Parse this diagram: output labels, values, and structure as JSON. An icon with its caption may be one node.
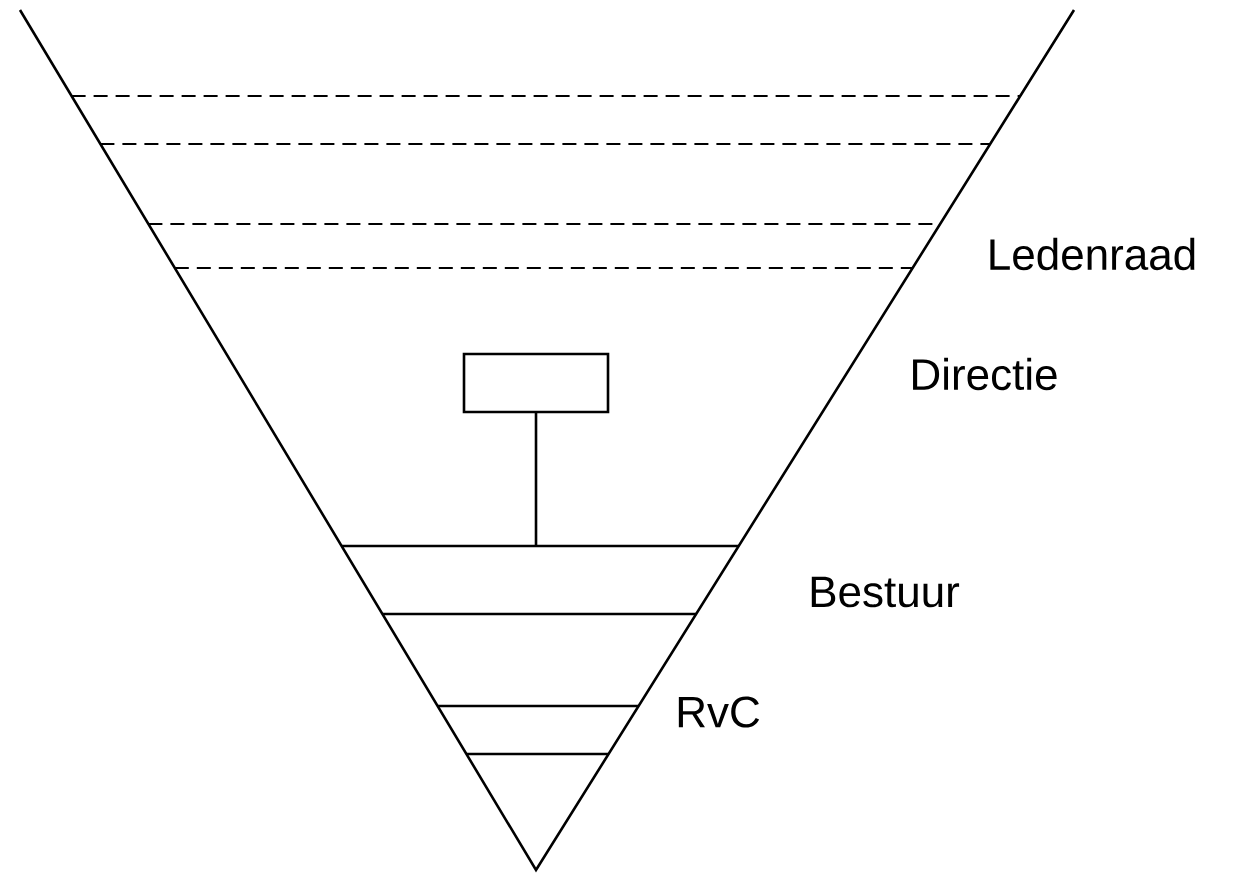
{
  "diagram": {
    "labels": [
      "Ledenraad",
      "Directie",
      "Bestuur",
      "RvC"
    ]
  }
}
